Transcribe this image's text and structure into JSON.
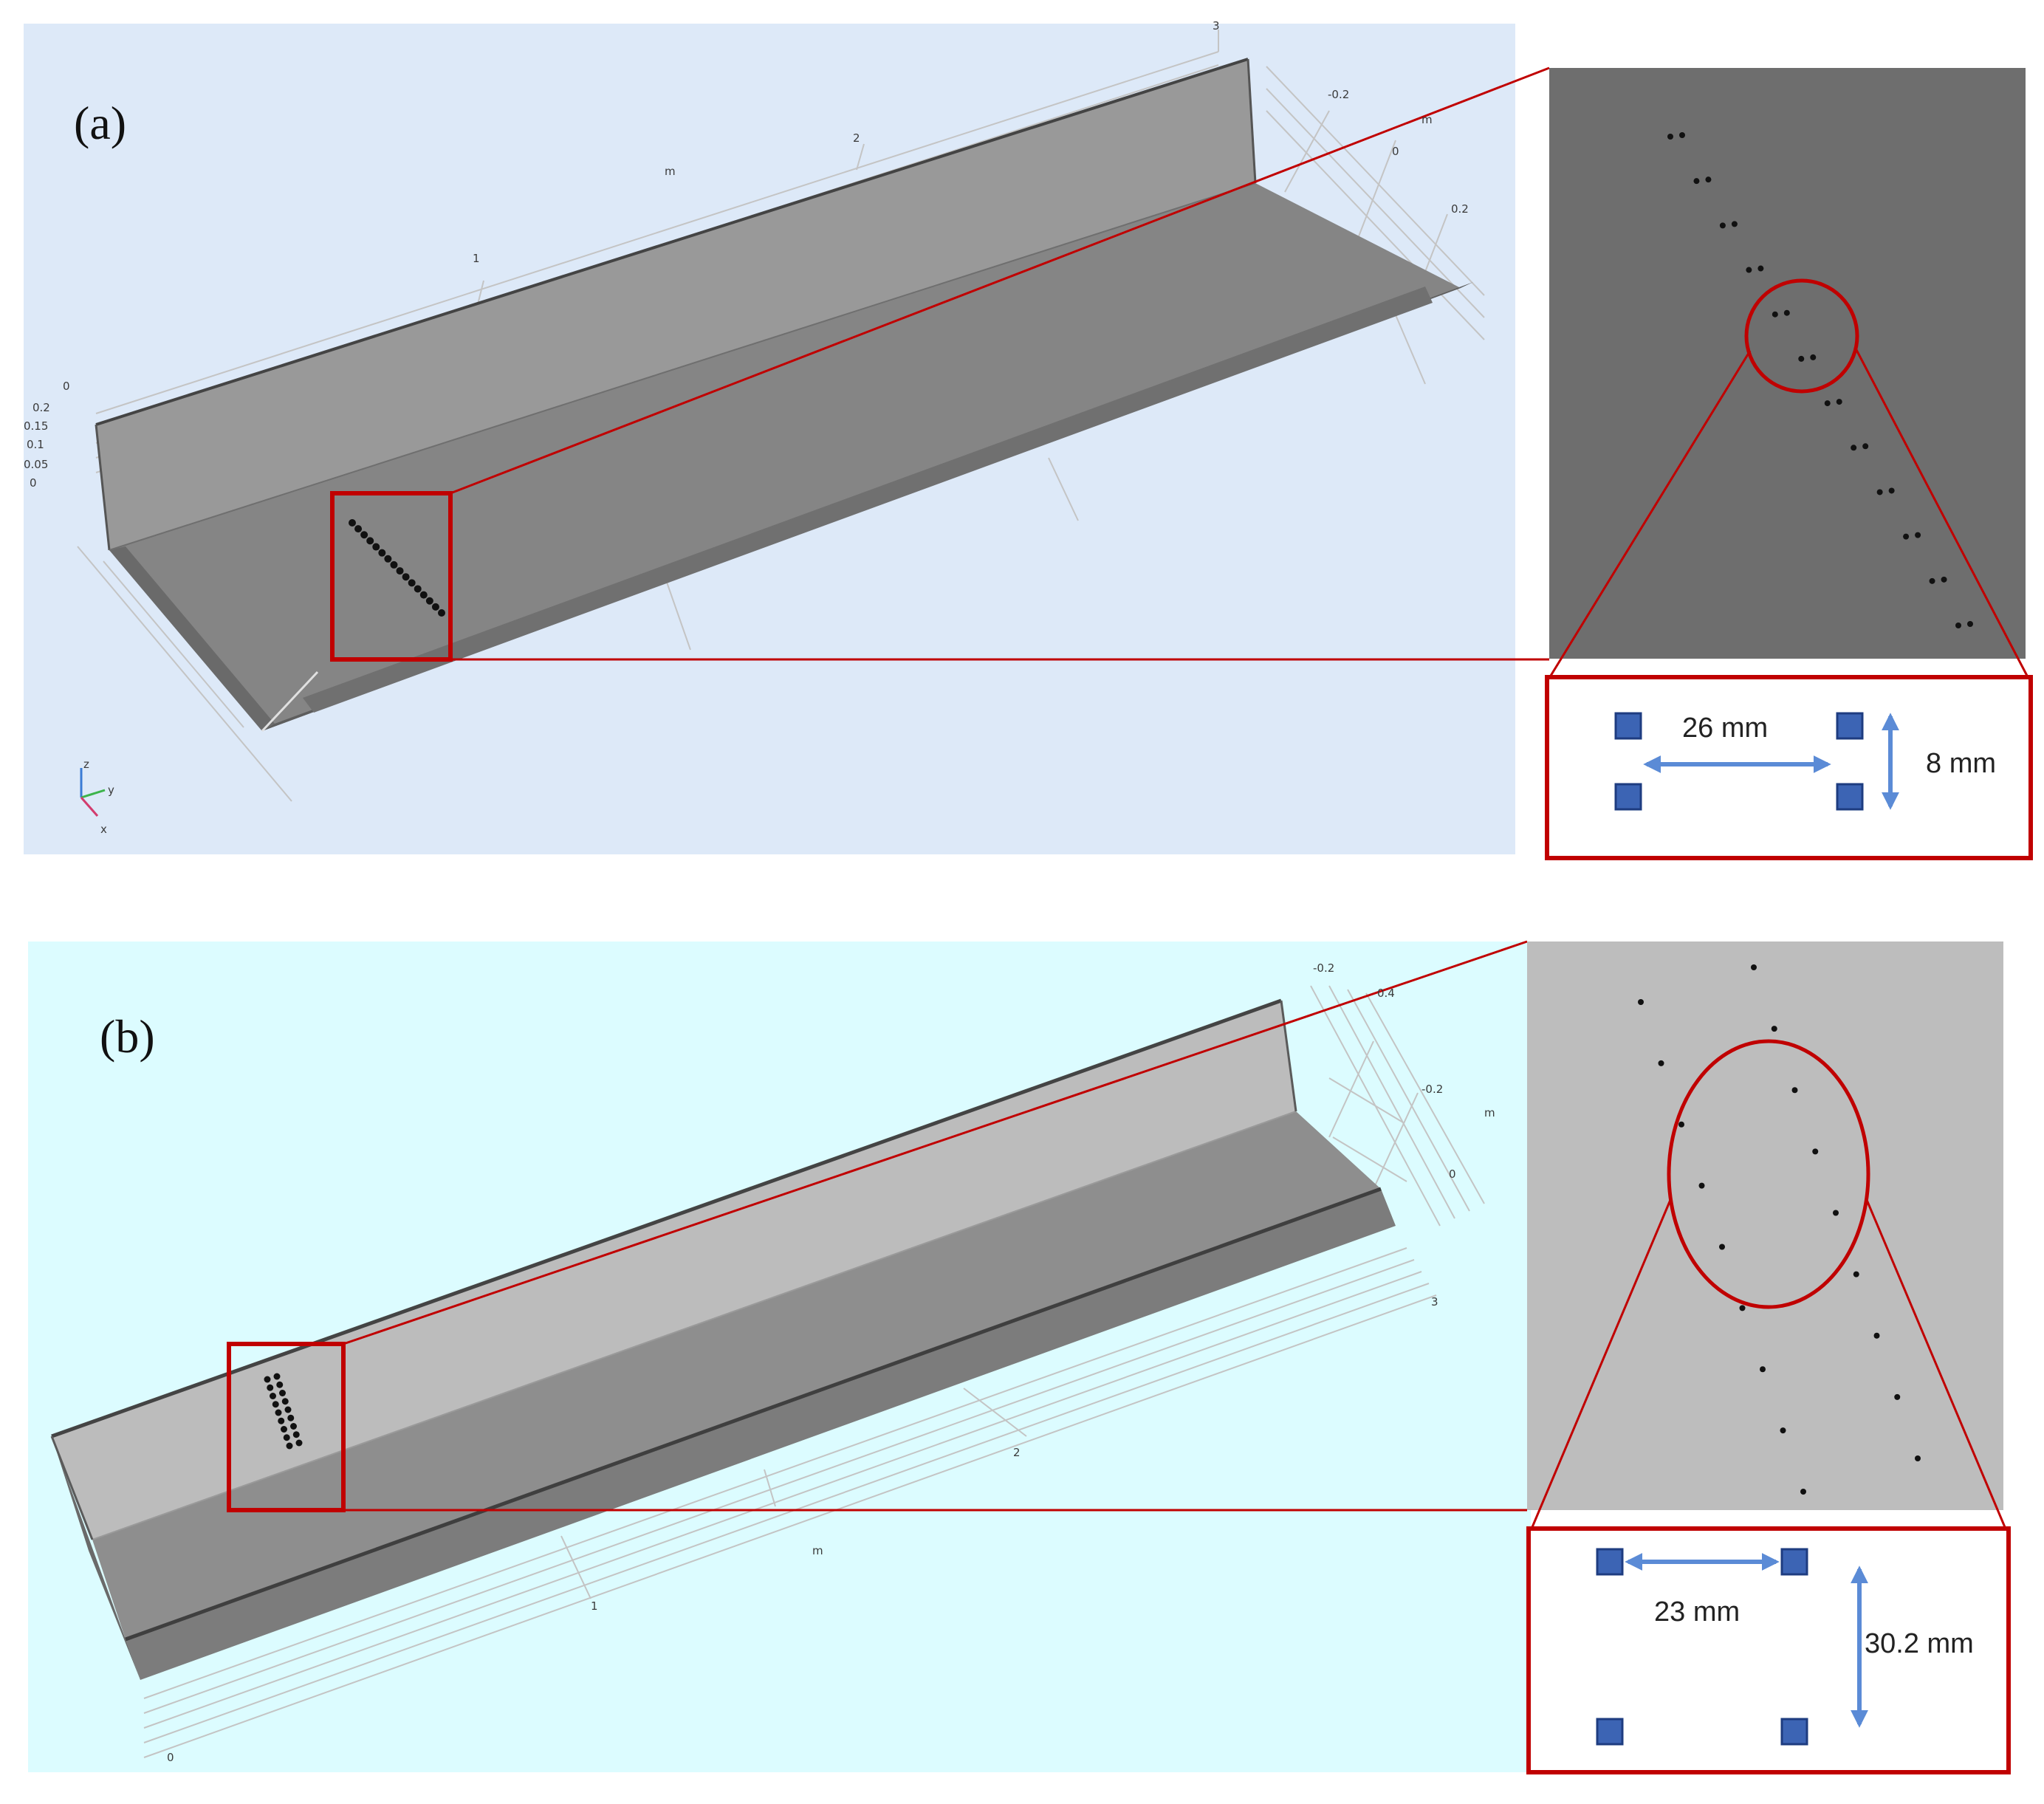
{
  "colors": {
    "panel_a_background": "#dde9f8",
    "panel_b_background": "#dcfcff",
    "highlight": "#c00000",
    "sensor": "#3c64b4",
    "dimension_arrow": "#5b8bd6",
    "zoom_a_background": "#6e6e6e",
    "zoom_b_background": "#bdbdbd"
  },
  "panel_a": {
    "label": "(a)",
    "axis": {
      "unit": "m",
      "x_ticks": [
        "1",
        "2",
        "3"
      ],
      "y_ticks": [
        "-0.2",
        "0",
        "0.2"
      ],
      "z_ticks": [
        "0",
        "0.2",
        "0.15",
        "0.1",
        "0.05",
        "0"
      ],
      "triad": {
        "z": "z",
        "y": "y",
        "x": "x"
      }
    },
    "zoom_sensor_pairs": 12,
    "detail": {
      "horizontal_spacing": "26 mm",
      "vertical_spacing": "8 mm"
    }
  },
  "panel_b": {
    "label": "(b)",
    "axis": {
      "unit_primary": "m",
      "unit_secondary": "m",
      "x_ticks": [
        "0",
        "1",
        "2",
        "3"
      ],
      "y_ticks": [
        "-0.2",
        "0.4",
        "-0.2",
        "0"
      ]
    },
    "zoom_sensor_count": 18,
    "detail": {
      "horizontal_spacing": "23 mm",
      "vertical_spacing": "30.2 mm"
    }
  }
}
